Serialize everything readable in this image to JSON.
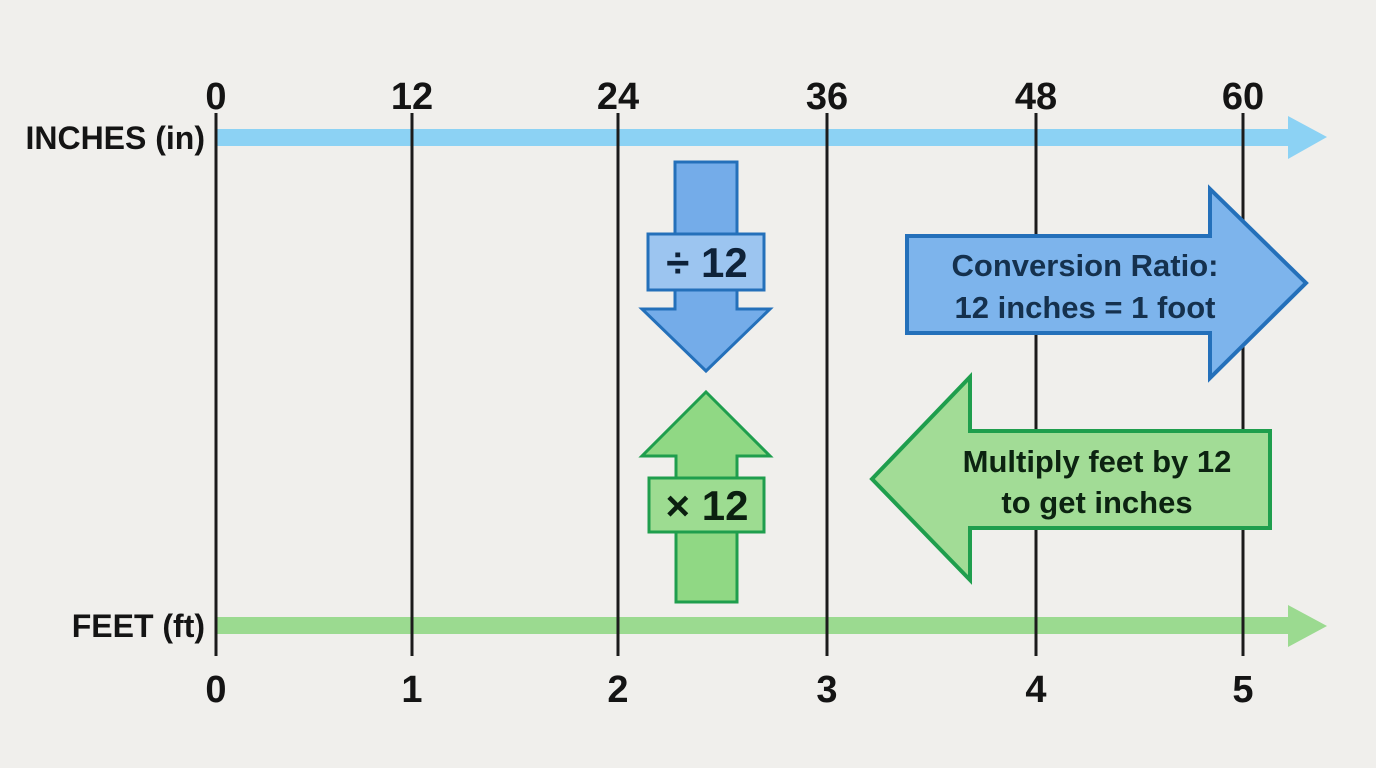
{
  "diagram": {
    "title_semantic": "Inches to feet conversion number lines",
    "background_color": "#f0efec",
    "tick_line_color": "#1b1b1b",
    "label_color": "#141414",
    "inches_axis": {
      "label": "INCHES (in)",
      "line_color": "#8cd2f4",
      "ticks": [
        "0",
        "12",
        "24",
        "36",
        "48",
        "60"
      ]
    },
    "feet_axis": {
      "label": "FEET (ft)",
      "line_color": "#9bda90",
      "ticks": [
        "0",
        "1",
        "2",
        "3",
        "4",
        "5"
      ]
    },
    "divide_arrow": {
      "label": "÷ 12",
      "fill": "#74ace9",
      "box_fill": "#9cc5f0",
      "stroke": "#2470ba",
      "text_color": "#0e2239"
    },
    "multiply_arrow": {
      "label": "× 12",
      "fill": "#90d884",
      "box_fill": "#9ddc91",
      "stroke": "#1f9e4d",
      "text_color": "#0b1f10"
    },
    "ratio_arrow": {
      "line1": "Conversion Ratio:",
      "line2": "12 inches = 1 foot",
      "fill": "#7db4ec",
      "stroke": "#2470ba",
      "text_color": "#15314e"
    },
    "feet_to_inches_arrow": {
      "line1": "Multiply feet by 12",
      "line2": "to get inches",
      "fill": "#a2dc96",
      "stroke": "#1f9e4d",
      "text_color": "#0c2311"
    }
  }
}
